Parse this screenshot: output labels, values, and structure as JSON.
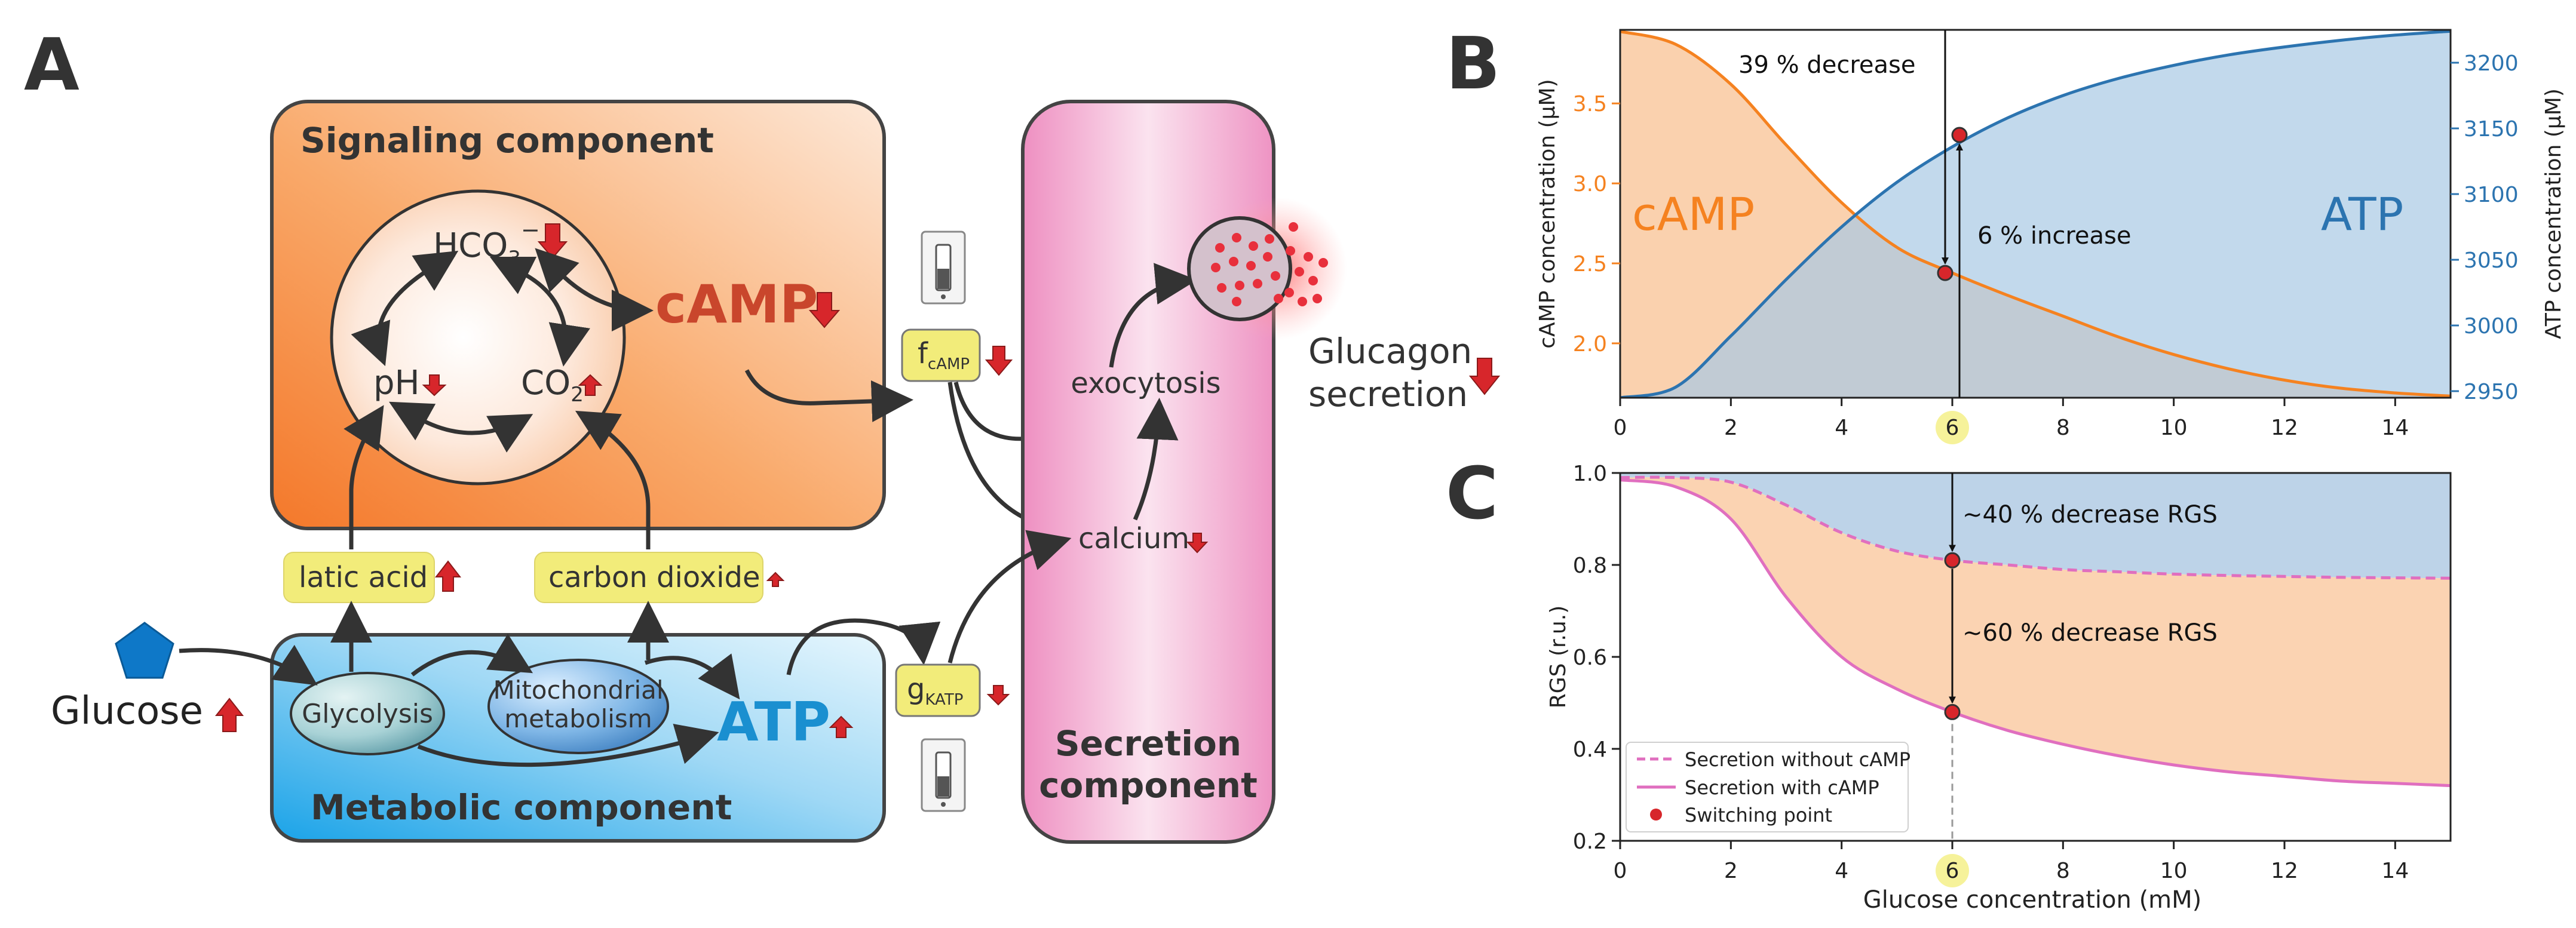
{
  "panel_a": {
    "letter": "A",
    "signaling_title": "Signaling component",
    "metabolic_title": "Metabolic component",
    "secretion_title_line1": "Secretion",
    "secretion_title_line2": "component",
    "hco3": "HCO",
    "hco3_sub": "3",
    "hco3_sup": "−",
    "ph": "pH",
    "co2": "CO",
    "co2_sub": "2",
    "camp": "cAMP",
    "f": "f",
    "f_sub": "cAMP",
    "g": "g",
    "g_sub": "KATP",
    "exocytosis": "exocytosis",
    "calcium": "calcium",
    "glucagon_line1": "Glucagon",
    "glucagon_line2": "secretion",
    "latic_acid": "latic acid",
    "carbon_dioxide": "carbon dioxide",
    "glucose": "Glucose",
    "glycolysis": "Glycolysis",
    "mito_line1": "Mitochondrial",
    "mito_line2": "metabolism",
    "atp": "ATP",
    "colors": {
      "orange": "#f58220",
      "blue": "#1ea7e4",
      "pink": "#f0a3cb",
      "red_arrow": "#d7262b",
      "yellow": "#f2ec7a",
      "camp_text": "#c9462c",
      "atp_text": "#1a8fd0"
    }
  },
  "panel_b": {
    "letter": "B",
    "annotation_decrease": "39 % decrease",
    "annotation_increase": "6 % increase",
    "label_camp": "cAMP",
    "label_atp": "ATP",
    "ylabel_left": "cAMP concentration (μM)",
    "ylabel_right": "ATP concentration (μM)",
    "x_ticks": [
      "0",
      "2",
      "4",
      "6",
      "8",
      "10",
      "12",
      "14"
    ],
    "y_left_ticks": [
      "2.0",
      "2.5",
      "3.0",
      "3.5"
    ],
    "y_right_ticks": [
      "2950",
      "3000",
      "3050",
      "3100",
      "3150",
      "3200"
    ]
  },
  "panel_c": {
    "letter": "C",
    "annotation_40": "~40 % decrease RGS",
    "annotation_60": "~60 % decrease RGS",
    "ylabel": "RGS (r.u.)",
    "xlabel": "Glucose concentration (mM)",
    "x_ticks": [
      "0",
      "2",
      "4",
      "6",
      "8",
      "10",
      "12",
      "14"
    ],
    "y_ticks": [
      "0.2",
      "0.4",
      "0.6",
      "0.8",
      "1.0"
    ],
    "legend": {
      "without": "Secretion without cAMP",
      "with": "Secretion with cAMP",
      "switch": "Switching point"
    }
  },
  "chart_data": [
    {
      "type": "line",
      "panel": "B",
      "x_range": [
        0,
        15
      ],
      "ylim_left": [
        1.66,
        3.96
      ],
      "ylim_right": [
        2945,
        3225
      ],
      "series": [
        {
          "name": "cAMP",
          "axis": "left",
          "color": "#f58220",
          "x": [
            0,
            1,
            2,
            3,
            4,
            5,
            6,
            7,
            8,
            9,
            10,
            11,
            12,
            13,
            14,
            15
          ],
          "y": [
            3.95,
            3.87,
            3.62,
            3.24,
            2.88,
            2.6,
            2.44,
            2.3,
            2.17,
            2.04,
            1.93,
            1.84,
            1.77,
            1.72,
            1.69,
            1.67
          ]
        },
        {
          "name": "ATP",
          "axis": "right",
          "color": "#2c74b0",
          "x": [
            0,
            1,
            2,
            3,
            4,
            5,
            6,
            7,
            8,
            9,
            10,
            11,
            12,
            13,
            14,
            15
          ],
          "y": [
            2945,
            2953,
            2992,
            3035,
            3075,
            3109,
            3136,
            3158,
            3175,
            3188,
            3198,
            3206,
            3212,
            3217,
            3221,
            3224
          ]
        }
      ],
      "switching_point": {
        "x": 6,
        "camp": 2.44,
        "atp": 3145
      }
    },
    {
      "type": "line",
      "panel": "C",
      "x_range": [
        0,
        15
      ],
      "ylim": [
        0.2,
        1.0
      ],
      "series": [
        {
          "name": "Secretion without cAMP",
          "style": "dashed",
          "color": "#e06fbf",
          "x": [
            0,
            1,
            2,
            3,
            4,
            5,
            6,
            7,
            8,
            9,
            10,
            11,
            12,
            13,
            14,
            15
          ],
          "y": [
            0.99,
            0.99,
            0.98,
            0.93,
            0.87,
            0.83,
            0.81,
            0.8,
            0.79,
            0.785,
            0.78,
            0.777,
            0.775,
            0.773,
            0.772,
            0.771
          ]
        },
        {
          "name": "Secretion with cAMP",
          "style": "solid",
          "color": "#e06fbf",
          "x": [
            0,
            1,
            2,
            3,
            4,
            5,
            6,
            7,
            8,
            9,
            10,
            11,
            12,
            13,
            14,
            15
          ],
          "y": [
            0.985,
            0.97,
            0.9,
            0.73,
            0.6,
            0.53,
            0.48,
            0.44,
            0.41,
            0.385,
            0.365,
            0.35,
            0.34,
            0.33,
            0.325,
            0.32
          ]
        }
      ],
      "switching_points": [
        {
          "x": 6,
          "y": 0.81
        },
        {
          "x": 6,
          "y": 0.48
        }
      ]
    }
  ]
}
